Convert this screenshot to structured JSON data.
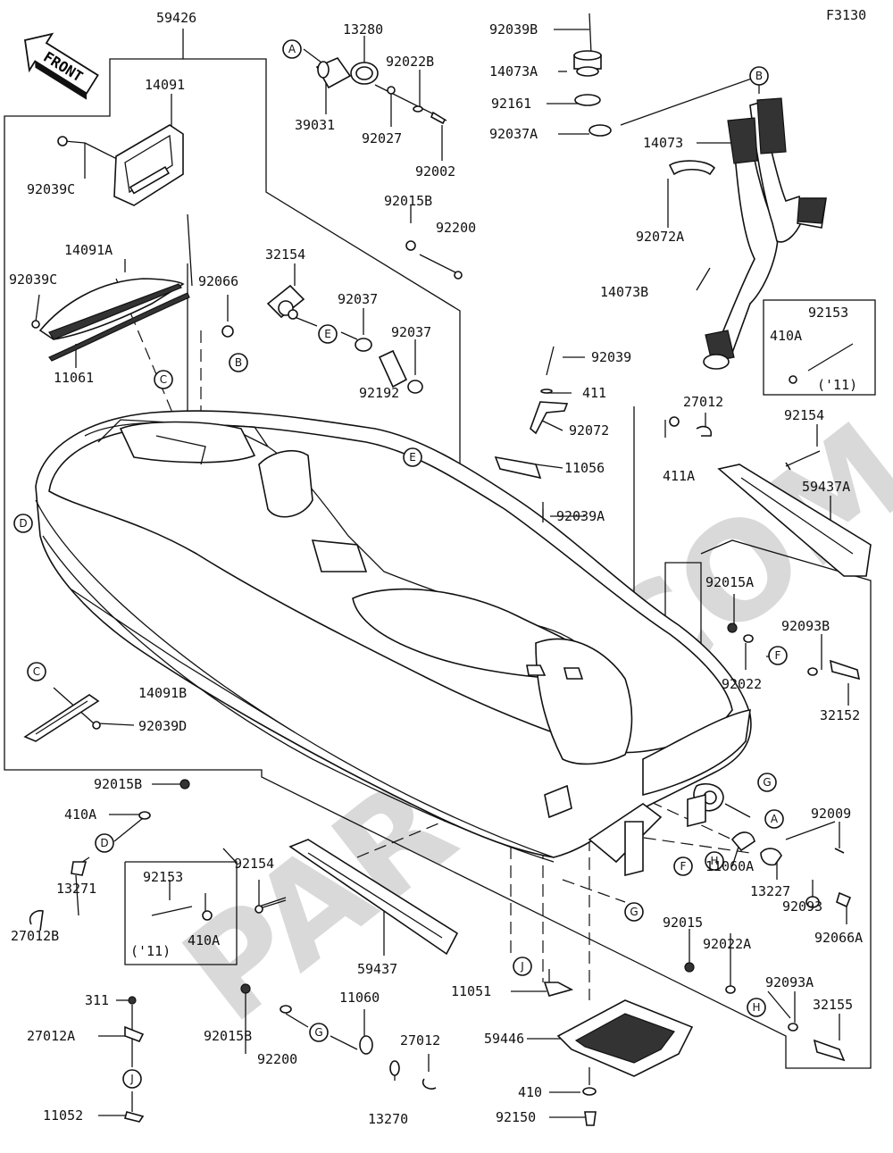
{
  "figure_code": "F3130",
  "watermark": "PARTS.COM",
  "front_label": "FRONT",
  "labels": [
    {
      "id": "p59426",
      "text": "59426"
    },
    {
      "id": "p14091",
      "text": "14091"
    },
    {
      "id": "p92039C_a",
      "text": "92039C"
    },
    {
      "id": "p14091A",
      "text": "14091A"
    },
    {
      "id": "p92039C_b",
      "text": "92039C"
    },
    {
      "id": "p11061",
      "text": "11061"
    },
    {
      "id": "p13280",
      "text": "13280"
    },
    {
      "id": "p92022B",
      "text": "92022B"
    },
    {
      "id": "p39031",
      "text": "39031"
    },
    {
      "id": "p92027",
      "text": "92027"
    },
    {
      "id": "p92002",
      "text": "92002"
    },
    {
      "id": "p92039B",
      "text": "92039B"
    },
    {
      "id": "p14073A",
      "text": "14073A"
    },
    {
      "id": "p92161",
      "text": "92161"
    },
    {
      "id": "p92037A",
      "text": "92037A"
    },
    {
      "id": "p14073",
      "text": "14073"
    },
    {
      "id": "p92072A",
      "text": "92072A"
    },
    {
      "id": "p14073B",
      "text": "14073B"
    },
    {
      "id": "p92015B_a",
      "text": "92015B"
    },
    {
      "id": "p92200_a",
      "text": "92200"
    },
    {
      "id": "p32154",
      "text": "32154"
    },
    {
      "id": "p92066",
      "text": "92066"
    },
    {
      "id": "p92037_a",
      "text": "92037"
    },
    {
      "id": "p92037_b",
      "text": "92037"
    },
    {
      "id": "p92192",
      "text": "92192"
    },
    {
      "id": "p92153_a",
      "text": "92153"
    },
    {
      "id": "p410A_a",
      "text": "410A"
    },
    {
      "id": "p11_a",
      "text": "('11)"
    },
    {
      "id": "p92154_a",
      "text": "92154"
    },
    {
      "id": "p92039",
      "text": "92039"
    },
    {
      "id": "p411",
      "text": "411"
    },
    {
      "id": "p92072",
      "text": "92072"
    },
    {
      "id": "p27012_a",
      "text": "27012"
    },
    {
      "id": "p411A",
      "text": "411A"
    },
    {
      "id": "p11056",
      "text": "11056"
    },
    {
      "id": "p59437A",
      "text": "59437A"
    },
    {
      "id": "p92039A",
      "text": "92039A"
    },
    {
      "id": "p92015A",
      "text": "92015A"
    },
    {
      "id": "p92093B",
      "text": "92093B"
    },
    {
      "id": "p92022",
      "text": "92022"
    },
    {
      "id": "p32152",
      "text": "32152"
    },
    {
      "id": "p14091B",
      "text": "14091B"
    },
    {
      "id": "p92039D",
      "text": "92039D"
    },
    {
      "id": "p92015B_b",
      "text": "92015B"
    },
    {
      "id": "p410A_b",
      "text": "410A"
    },
    {
      "id": "p13271",
      "text": "13271"
    },
    {
      "id": "p27012B",
      "text": "27012B"
    },
    {
      "id": "p92153_b",
      "text": "92153"
    },
    {
      "id": "p410A_c",
      "text": "410A"
    },
    {
      "id": "p11_b",
      "text": "('11)"
    },
    {
      "id": "p92154_b",
      "text": "92154"
    },
    {
      "id": "p59437",
      "text": "59437"
    },
    {
      "id": "p92009",
      "text": "92009"
    },
    {
      "id": "p11060A",
      "text": "11060A"
    },
    {
      "id": "p13227",
      "text": "13227"
    },
    {
      "id": "p92093",
      "text": "92093"
    },
    {
      "id": "p92066A",
      "text": "92066A"
    },
    {
      "id": "p92015",
      "text": "92015"
    },
    {
      "id": "p92022A",
      "text": "92022A"
    },
    {
      "id": "p92093A",
      "text": "92093A"
    },
    {
      "id": "p32155",
      "text": "32155"
    },
    {
      "id": "p11051",
      "text": "11051"
    },
    {
      "id": "p59446",
      "text": "59446"
    },
    {
      "id": "p410",
      "text": "410"
    },
    {
      "id": "p92150",
      "text": "92150"
    },
    {
      "id": "p311",
      "text": "311"
    },
    {
      "id": "p27012A",
      "text": "27012A"
    },
    {
      "id": "p11052",
      "text": "11052"
    },
    {
      "id": "p92015B_c",
      "text": "92015B"
    },
    {
      "id": "p92200_b",
      "text": "92200"
    },
    {
      "id": "p11060",
      "text": "11060"
    },
    {
      "id": "p13270",
      "text": "13270"
    },
    {
      "id": "p27012_b",
      "text": "27012"
    }
  ],
  "callouts": [
    {
      "id": "cA1",
      "text": "A"
    },
    {
      "id": "cB1",
      "text": "B"
    },
    {
      "id": "cB2",
      "text": "B"
    },
    {
      "id": "cC1",
      "text": "C"
    },
    {
      "id": "cC2",
      "text": "C"
    },
    {
      "id": "cD1",
      "text": "D"
    },
    {
      "id": "cD2",
      "text": "D"
    },
    {
      "id": "cE1",
      "text": "E"
    },
    {
      "id": "cE2",
      "text": "E"
    },
    {
      "id": "cF1",
      "text": "F"
    },
    {
      "id": "cF2",
      "text": "F"
    },
    {
      "id": "cG1",
      "text": "G"
    },
    {
      "id": "cG2",
      "text": "G"
    },
    {
      "id": "cG3",
      "text": "G"
    },
    {
      "id": "cA2",
      "text": "A"
    },
    {
      "id": "cH1",
      "text": "H"
    },
    {
      "id": "cH2",
      "text": "H"
    },
    {
      "id": "cJ1",
      "text": "J"
    },
    {
      "id": "cJ2",
      "text": "J"
    }
  ]
}
